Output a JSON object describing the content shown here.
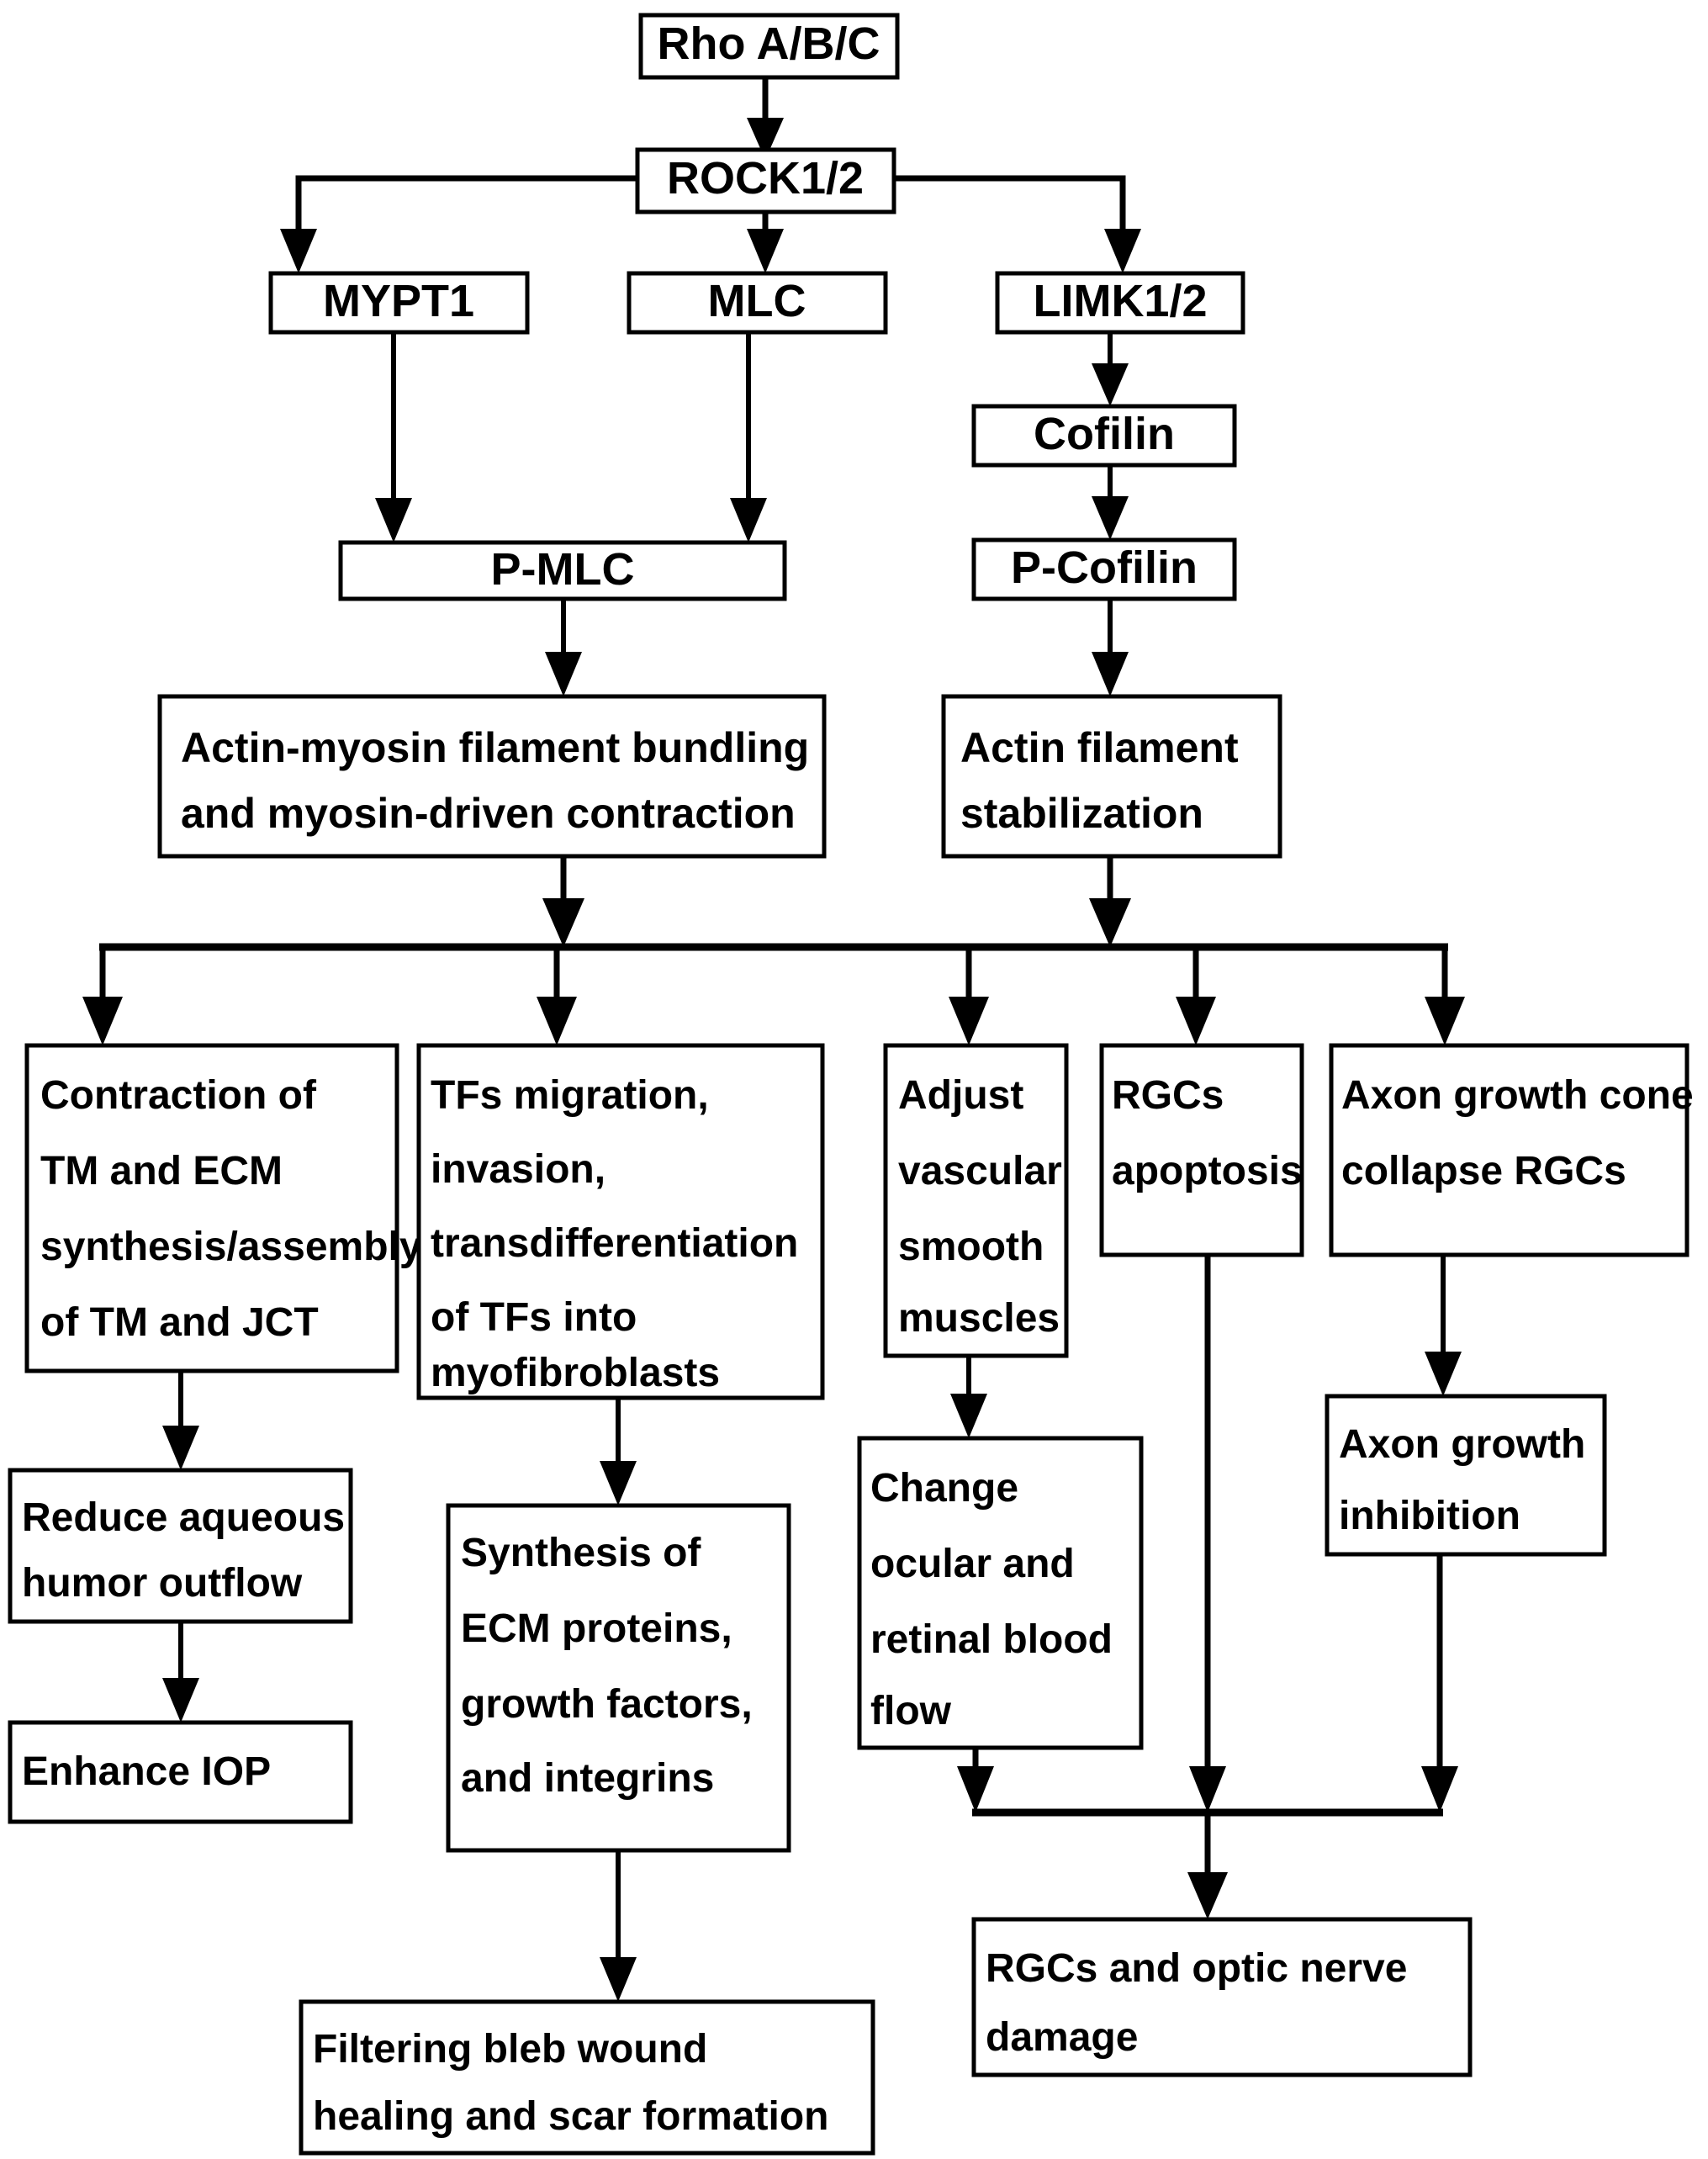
{
  "diagram": {
    "title": "Rho/ROCK signaling pathway in the eye",
    "nodes": {
      "rho": "Rho A/B/C",
      "rock": "ROCK1/2",
      "mypt1": "MYPT1",
      "mlc": "MLC",
      "limk": "LIMK1/2",
      "cofilin": "Cofilin",
      "pcofilin": "P-Cofilin",
      "pmlc": "P-MLC",
      "actin_myosin_l1": "Actin-myosin filament bundling",
      "actin_myosin_l2": "and myosin-driven contraction",
      "actin_filament_l1": "Actin filament",
      "actin_filament_l2": "stabilization",
      "contraction_l1": "Contraction of",
      "contraction_l2": "TM and ECM",
      "contraction_l3": "synthesis/assembly",
      "contraction_l4": "of TM and JCT",
      "tfs_l1": "TFs migration,",
      "tfs_l2": "invasion,",
      "tfs_l3": "transdifferentiation",
      "tfs_l4": "of TFs into",
      "tfs_l5": "myofibroblasts",
      "vascular_l1": "Adjust",
      "vascular_l2": "vascular",
      "vascular_l3": "smooth",
      "vascular_l4": "muscles",
      "rgcs_apop_l1": "RGCs",
      "rgcs_apop_l2": "apoptosis",
      "axon_cone_l1": "Axon growth cone",
      "axon_cone_l2": "collapse RGCs",
      "reduce_l1": "Reduce aqueous",
      "reduce_l2": "humor outflow",
      "enhance_iop": "Enhance IOP",
      "synthesis_l1": "Synthesis of",
      "synthesis_l2": "ECM proteins,",
      "synthesis_l3": "growth factors,",
      "synthesis_l4": "and integrins",
      "change_flow_l1": "Change",
      "change_flow_l2": "ocular and",
      "change_flow_l3": "retinal blood",
      "change_flow_l4": "flow",
      "axon_inhib_l1": "Axon growth",
      "axon_inhib_l2": "inhibition",
      "bleb_l1": "Filtering bleb wound",
      "bleb_l2": "healing and scar formation",
      "nerve_damage_l1": "RGCs and optic nerve",
      "nerve_damage_l2": "damage"
    },
    "colors": {
      "stroke": "#000000",
      "fill": "#ffffff",
      "text": "#000000"
    }
  }
}
